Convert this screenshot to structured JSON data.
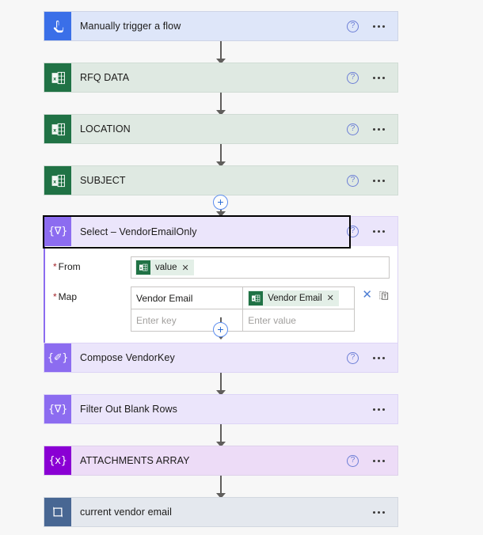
{
  "canvas": {
    "background": "#f7f7f7",
    "add_step_label": "+"
  },
  "colors": {
    "trigger_icon": "#3a6fe8",
    "trigger_card": "#dee6f9",
    "excel_icon": "#207245",
    "excel_card": "#dfe9e2",
    "dataop_icon": "#8c6cf0",
    "dataop_card": "#ebe5fb",
    "variable_icon": "#8a00d4",
    "variable_card": "#eddcf7",
    "loop_icon": "#486793",
    "loop_card": "#e4e8ee",
    "selection_ring": "#000000",
    "accent_blue": "#2b6cd4",
    "required_star": "#a4262c"
  },
  "nodes": [
    {
      "id": "manual-trigger",
      "title": "Manually trigger a flow",
      "theme": "trigger",
      "icon": "hand-pointer-icon",
      "has_help": true,
      "has_menu": true
    },
    {
      "id": "rfq-data",
      "title": "RFQ DATA",
      "theme": "excel",
      "icon": "excel-icon",
      "has_help": true,
      "has_menu": true
    },
    {
      "id": "location",
      "title": "LOCATION",
      "theme": "excel",
      "icon": "excel-icon",
      "has_help": true,
      "has_menu": true
    },
    {
      "id": "subject",
      "title": "SUBJECT",
      "theme": "excel",
      "icon": "excel-icon",
      "has_help": true,
      "has_menu": true
    },
    {
      "id": "compose-vendorkey",
      "title": "Compose VendorKey",
      "theme": "dataop",
      "icon": "compose-icon",
      "has_help": true,
      "has_menu": true
    },
    {
      "id": "filter-blank-rows",
      "title": "Filter Out Blank Rows",
      "theme": "dataop",
      "icon": "filter-icon",
      "has_help": false,
      "has_menu": true
    },
    {
      "id": "attachments-array",
      "title": "ATTACHMENTS ARRAY",
      "theme": "variable",
      "icon": "variable-icon",
      "has_help": true,
      "has_menu": true
    },
    {
      "id": "current-vendor-email",
      "title": "current vendor email",
      "theme": "loop",
      "icon": "apply-to-each-icon",
      "has_help": false,
      "has_menu": true
    }
  ],
  "selected_node": {
    "id": "select-vendoremailonly",
    "title": "Select – VendorEmailOnly",
    "theme": "dataop",
    "icon": "select-icon",
    "has_help": true,
    "has_menu": true,
    "selected": true,
    "fields": {
      "from": {
        "label": "From",
        "required": true,
        "token": {
          "label": "value",
          "icon": "excel-icon",
          "remove_label": "✕"
        }
      },
      "map": {
        "label": "Map",
        "required": true,
        "rows": [
          {
            "key": "Vendor Email",
            "value_token": {
              "label": "Vendor Email",
              "icon": "excel-icon",
              "remove_label": "✕"
            },
            "delete_label": "✕",
            "paste_icon": "paste-icon"
          },
          {
            "key_placeholder": "Enter key",
            "value_placeholder": "Enter value"
          }
        ]
      }
    }
  },
  "icons": {
    "help": "?",
    "menu": "•••",
    "excel_letter": "x",
    "select_glyph": "{∇}",
    "compose_glyph": "{✐}",
    "filter_glyph": "{∇}",
    "variable_glyph": "{x}"
  }
}
